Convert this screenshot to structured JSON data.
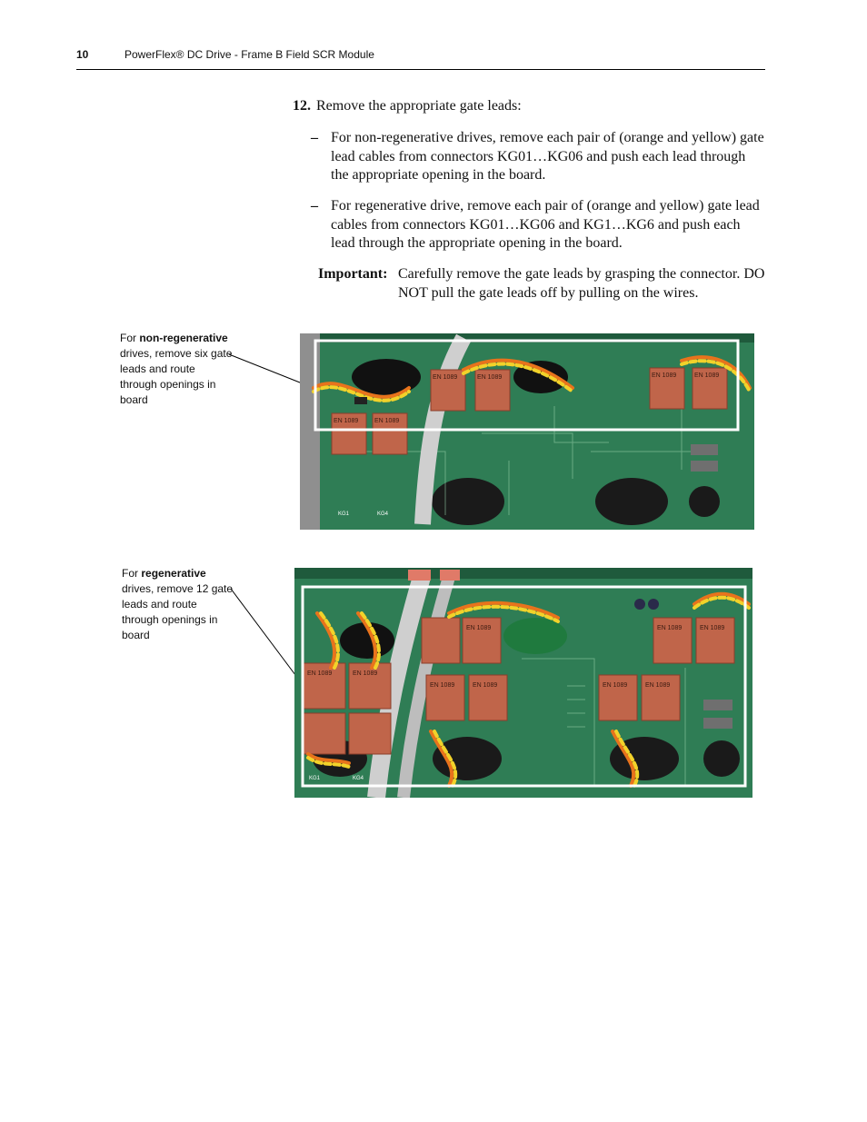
{
  "header": {
    "page_number": "10",
    "title": "PowerFlex® DC Drive - Frame B Field SCR Module"
  },
  "step": {
    "number": "12.",
    "text": "Remove the appropriate gate leads:"
  },
  "bullets": [
    {
      "dash": "–",
      "text": "For non-regenerative drives, remove each pair of (orange and yellow) gate lead cables from connectors KG01…KG06 and push each lead through the appropriate opening in the board."
    },
    {
      "dash": "–",
      "text": "For regenerative drive, remove each pair of (orange and yellow) gate lead cables from connectors KG01…KG06 and KG1…KG6 and push each lead through the appropriate opening in the board."
    }
  ],
  "important": {
    "label": "Important:",
    "text": "Carefully remove the gate leads by grasping the connector. DO NOT pull the gate leads off by pulling on the wires."
  },
  "callout_nonregen": {
    "prefix": "For ",
    "bold": "non-regenerative",
    "rest": "drives, remove six gate leads and route through openings in board"
  },
  "callout_regen": {
    "prefix": "For ",
    "bold": "regenerative",
    "rest": "drives, remove 12 gate leads and route through openings in board"
  },
  "photo_labels": {
    "relay": "EN 1089",
    "kg1": "KG1",
    "kg4": "KG4"
  },
  "colors": {
    "pcb": "#2f7d55",
    "pcb_dark": "#1f5a3c",
    "relay": "#c0654a",
    "wire_orange": "#e8731c",
    "wire_yellow": "#f2d22a",
    "highlight_box": "#ffffff"
  }
}
